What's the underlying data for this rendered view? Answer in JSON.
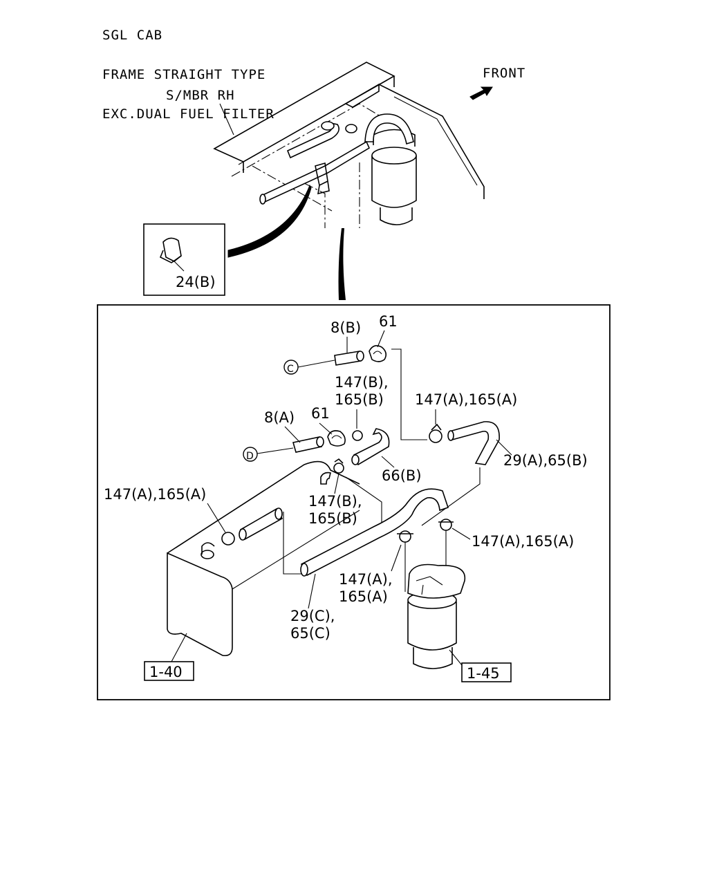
{
  "header": {
    "line1": "SGL CAB",
    "line2": "FRAME STRAIGHT TYPE",
    "line3": "EXC.DUAL FUEL FILTER"
  },
  "overview": {
    "frame_label": "S/MBR RH",
    "front_label": "FRONT",
    "inset_label": "24(B)"
  },
  "detail": {
    "labels": {
      "p8b": "8(B)",
      "p61_top": "61",
      "circle_c": "C",
      "p147b_165b_top_1": "147(B),",
      "p147b_165b_top_2": "165(B)",
      "p147a_165a_right": "147(A),165(A)",
      "p8a": "8(A)",
      "p61_mid": "61",
      "circle_d": "D",
      "p29a_65b": "29(A),65(B)",
      "p66b": "66(B)",
      "p147a_165a_left": "147(A),165(A)",
      "p147b_165b_mid_1": "147(B),",
      "p147b_165b_mid_2": "165(B)",
      "p147a_165a_filter": "147(A),165(A)",
      "p147a_165a_low_1": "147(A),",
      "p147a_165a_low_2": "165(A)",
      "p29c_65c_1": "29(C),",
      "p29c_65c_2": "65(C)",
      "ref_tank": "1-40",
      "ref_filter": "1-45"
    }
  }
}
